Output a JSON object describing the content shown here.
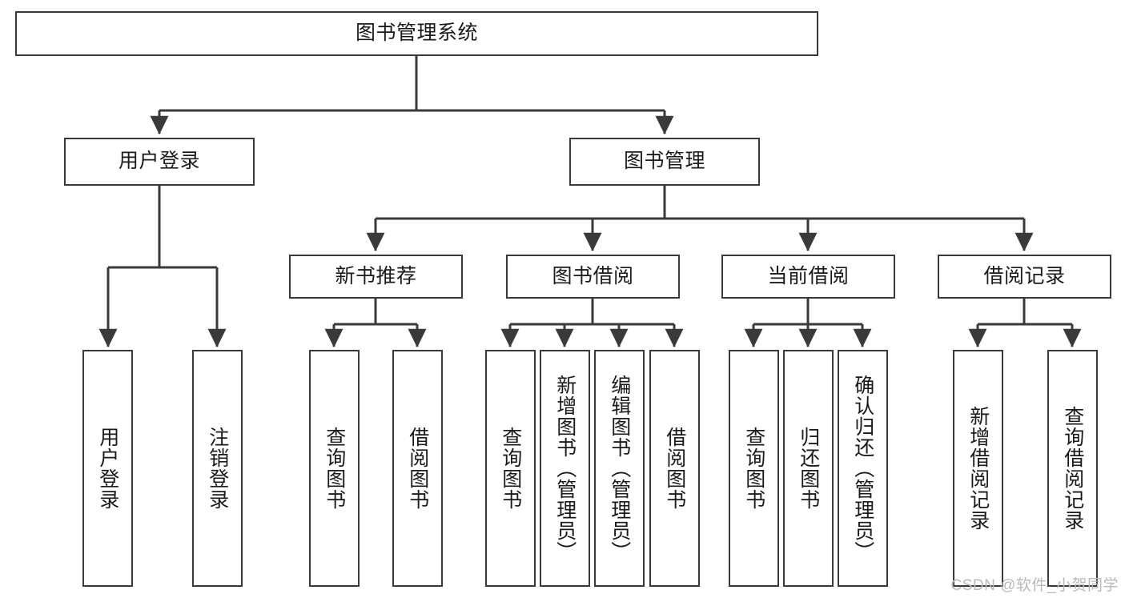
{
  "diagram": {
    "type": "tree-hierarchy",
    "title": "图书管理系统",
    "watermark": "CSDN @软件_小贺同学",
    "colors": {
      "box_border": "#3a3a3a",
      "box_fill": "#ffffff",
      "connector": "#3a3a3a",
      "text": "#1a1a1a",
      "watermark": "#b9b9b9",
      "background": "#ffffff"
    },
    "nodes": {
      "root": {
        "label": "图书管理系统",
        "orientation": "horizontal",
        "level": 1
      },
      "l2": [
        {
          "id": "user-login",
          "label": "用户登录",
          "orientation": "horizontal",
          "level": 2
        },
        {
          "id": "book-manage",
          "label": "图书管理",
          "orientation": "horizontal",
          "level": 2
        }
      ],
      "l3": [
        {
          "id": "new-book-rec",
          "label": "新书推荐",
          "orientation": "horizontal",
          "level": 3
        },
        {
          "id": "book-borrow",
          "label": "图书借阅",
          "orientation": "horizontal",
          "level": 3
        },
        {
          "id": "current-borrow",
          "label": "当前借阅",
          "orientation": "horizontal",
          "level": 3
        },
        {
          "id": "borrow-record",
          "label": "借阅记录",
          "orientation": "horizontal",
          "level": 3
        }
      ],
      "leaves": [
        {
          "id": "leaf-user-login",
          "label": "用户登录",
          "orientation": "vertical",
          "parent": "user-login"
        },
        {
          "id": "leaf-user-logout",
          "label": "注销登录",
          "orientation": "vertical",
          "parent": "user-login"
        },
        {
          "id": "leaf-query-book-1",
          "label": "查询图书",
          "orientation": "vertical",
          "parent": "new-book-rec"
        },
        {
          "id": "leaf-borrow-book-1",
          "label": "借阅图书",
          "orientation": "vertical",
          "parent": "new-book-rec"
        },
        {
          "id": "leaf-query-book-2",
          "label": "查询图书",
          "orientation": "vertical",
          "parent": "book-borrow"
        },
        {
          "id": "leaf-add-book",
          "label": "新增图书（管理员）",
          "orientation": "vertical",
          "parent": "book-borrow"
        },
        {
          "id": "leaf-edit-book",
          "label": "编辑图书（管理员）",
          "orientation": "vertical",
          "parent": "book-borrow"
        },
        {
          "id": "leaf-borrow-book-2",
          "label": "借阅图书",
          "orientation": "vertical",
          "parent": "book-borrow"
        },
        {
          "id": "leaf-query-book-3",
          "label": "查询图书",
          "orientation": "vertical",
          "parent": "current-borrow"
        },
        {
          "id": "leaf-return-book",
          "label": "归还图书",
          "orientation": "vertical",
          "parent": "current-borrow"
        },
        {
          "id": "leaf-confirm-return",
          "label": "确认归还（管理员）",
          "orientation": "vertical",
          "parent": "current-borrow"
        },
        {
          "id": "leaf-add-record",
          "label": "新增借阅记录",
          "orientation": "vertical",
          "parent": "borrow-record"
        },
        {
          "id": "leaf-query-record",
          "label": "查询借阅记录",
          "orientation": "vertical",
          "parent": "borrow-record"
        }
      ]
    }
  }
}
